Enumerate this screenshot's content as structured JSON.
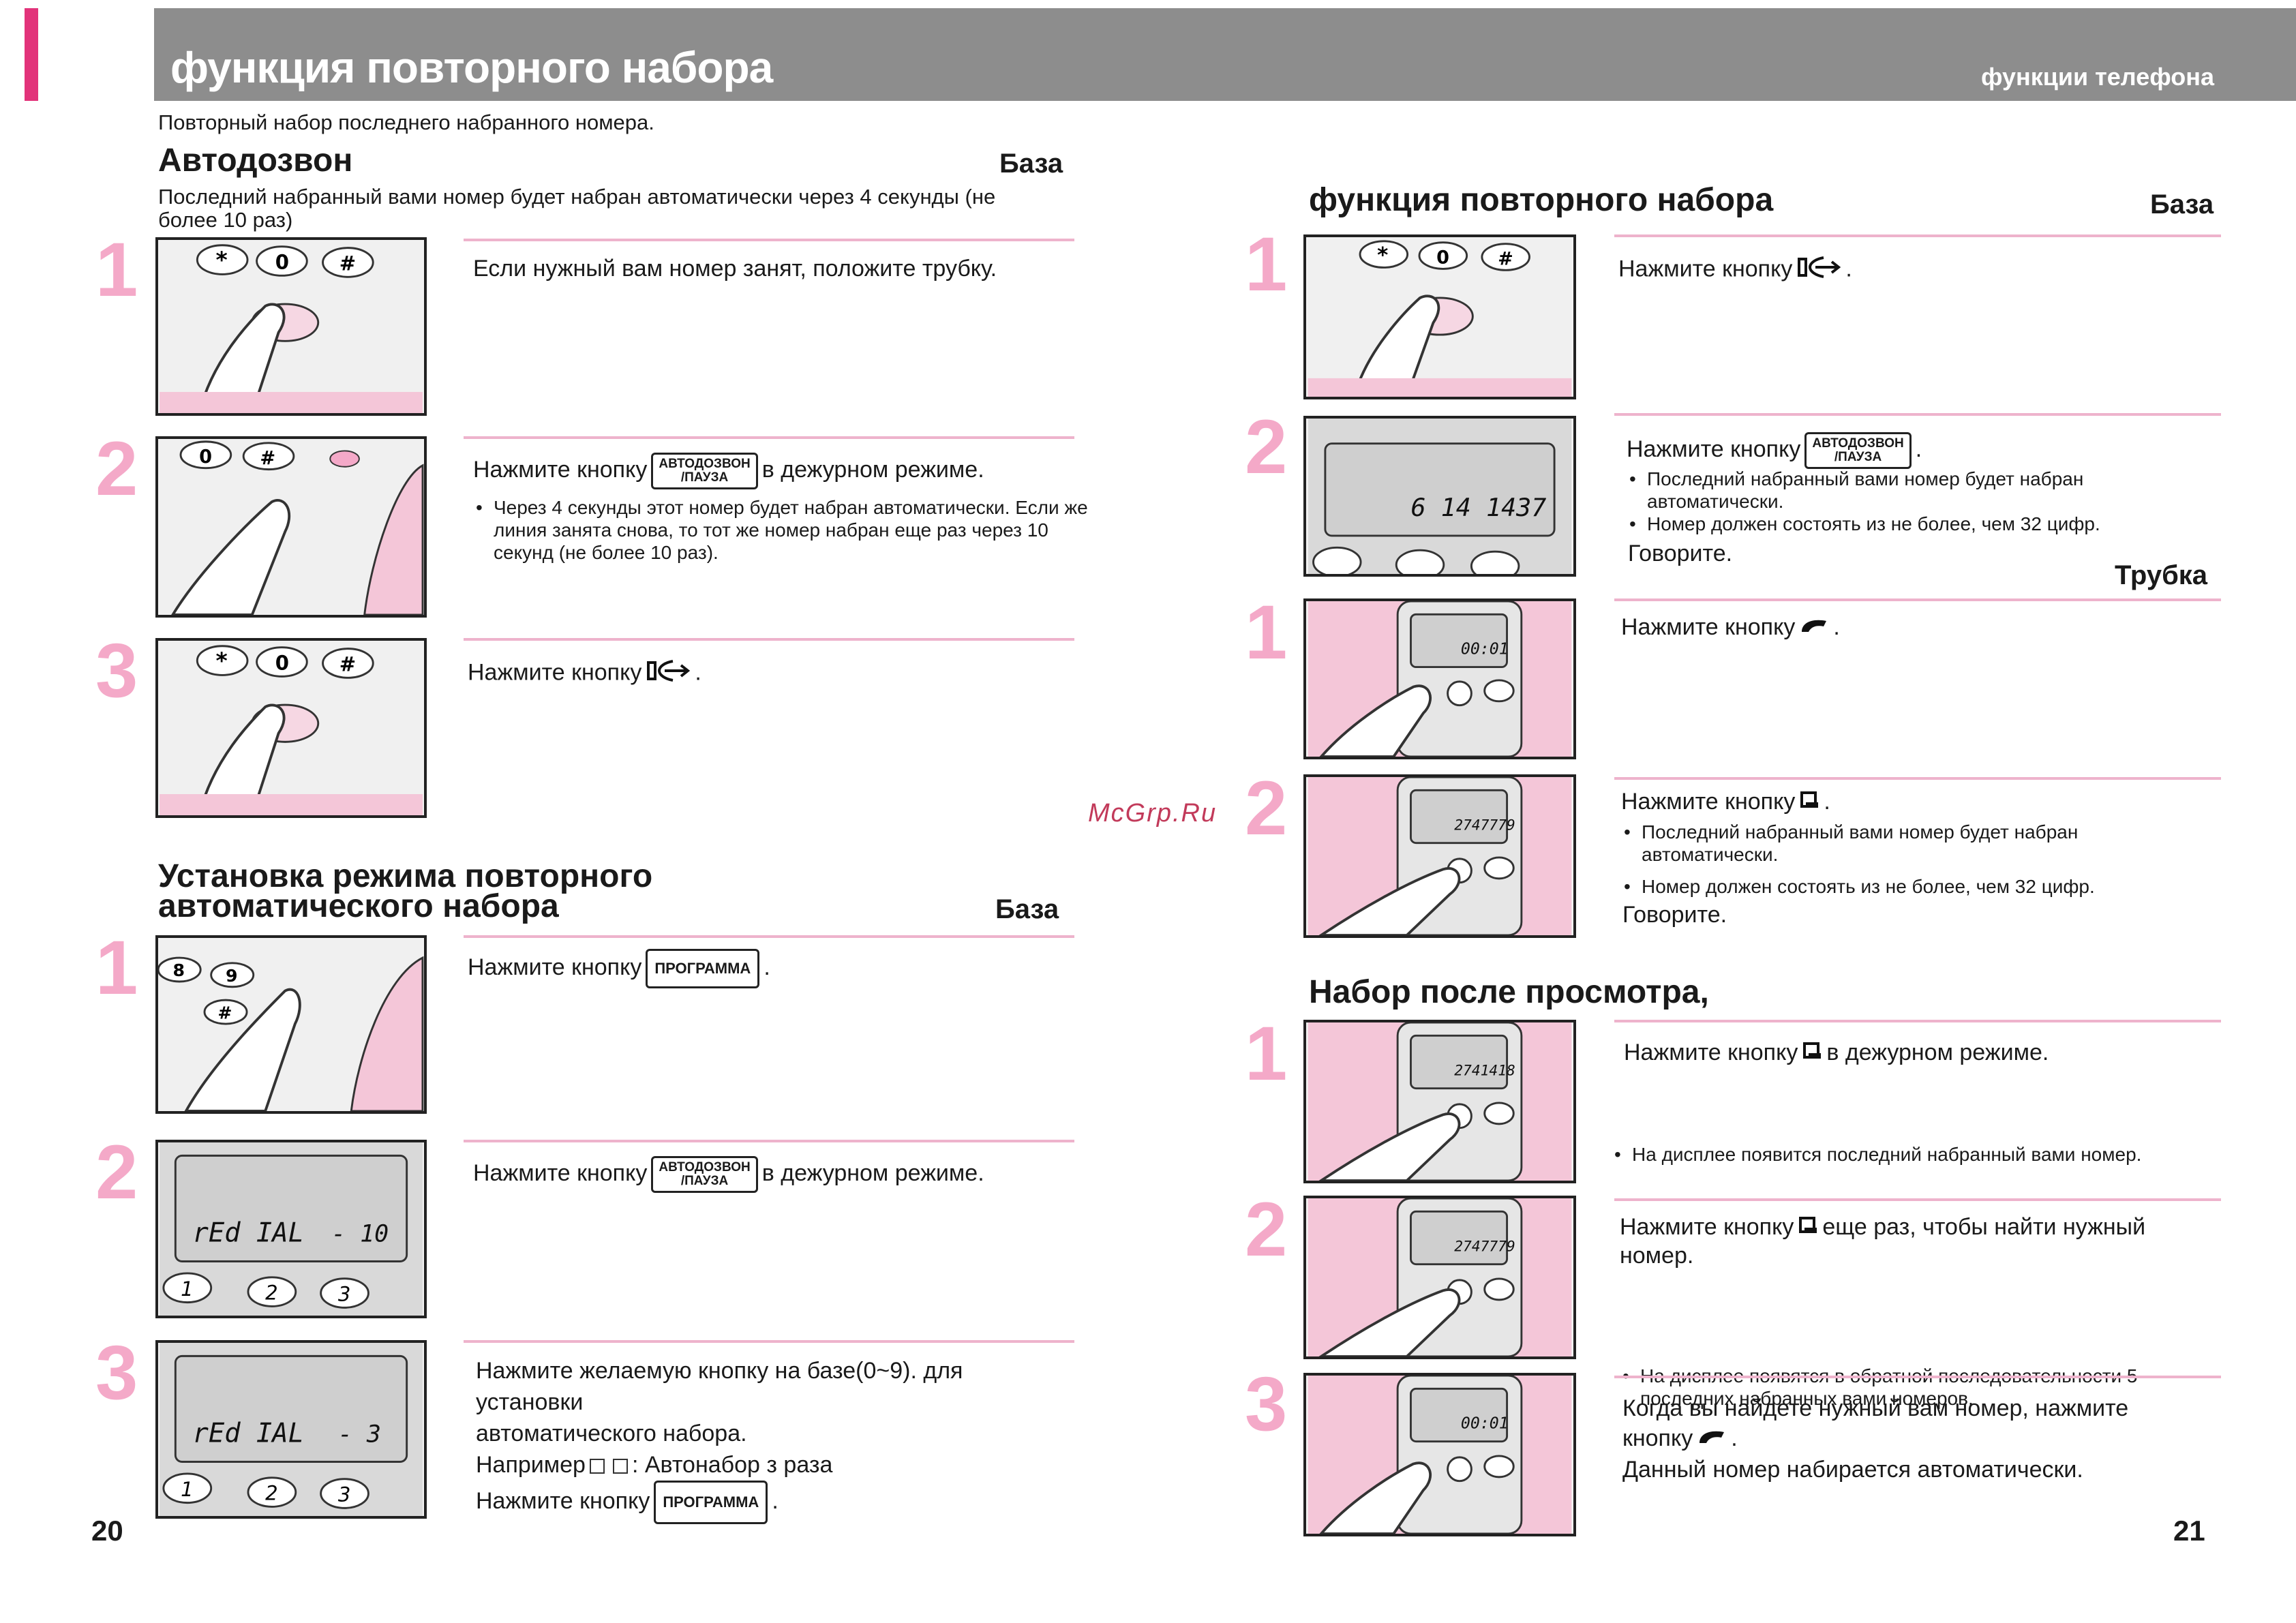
{
  "header": {
    "title": "функция повторного набора",
    "subtitle": "функции телефона"
  },
  "intro": "Повторный набор последнего набранного номера.",
  "left": {
    "auto": {
      "title": "Автодозвон",
      "tag": "База",
      "note": "Последний набранный вами номер будет набран автоматически через 4 секунды (не более 10 раз)",
      "steps": [
        {
          "num": "1",
          "text": "Если нужный вам номер занят, положите трубку."
        },
        {
          "num": "2",
          "pre": "Нажмите кнопку",
          "btn1": "АВТОДОЗВОН",
          "btn2": "/ПАУЗА",
          "post": "в дежурном режиме.",
          "bullet": "Через 4 секунды этот номер будет набран автоматически. Если же линия занята снова, то тот же номер набран еще раз через 10 секунд (не более 10 раз)."
        },
        {
          "num": "3",
          "pre": "Нажмите кнопку",
          "post": "."
        }
      ]
    },
    "setup": {
      "title1": "Установка режима повторного",
      "title2": "автоматического набора",
      "tag": "База",
      "steps": [
        {
          "num": "1",
          "pre": "Нажмите кнопку",
          "btn": "ПРОГРАММА",
          "post": "."
        },
        {
          "num": "2",
          "pre": "Нажмите кнопку",
          "btn1": "АВТОДОЗВОН",
          "btn2": "/ПАУЗА",
          "post": "в дежурном режиме."
        },
        {
          "num": "3",
          "line1": "Нажмите желаемую кнопку на базе(0~9). для установки",
          "line2": "автоматического набора.",
          "example_pre": "Например",
          "example_post": ": Автонабор з раза",
          "line4_pre": "Нажмите кнопку",
          "btn": "ПРОГРАММА",
          "line4_post": "."
        }
      ]
    },
    "page": "20"
  },
  "lcd": {
    "redial_a": "rEd IAL",
    "redial_a_val": "- 10",
    "redial_b": "rEd IAL",
    "redial_b_val": "- 3",
    "base_num": "6 14 1437",
    "h1": "00:01",
    "h2": "2747779",
    "h3": "2741418",
    "h4": "2747779",
    "h5": "00:01"
  },
  "watermark": "McGrp.Ru",
  "right": {
    "redial": {
      "title": "функция повторного набора",
      "tag": "База",
      "steps": [
        {
          "num": "1",
          "pre": "Нажмите кнопку",
          "post": "."
        },
        {
          "num": "2",
          "pre": "Нажмите кнопку",
          "btn1": "АВТОДОЗВОН",
          "btn2": "/ПАУЗА",
          "post": ".",
          "bullets": [
            "Последний набранный вами номер будет набран автоматически.",
            "Номер должен состоять из не более, чем 32 цифр."
          ],
          "speak": "Говорите."
        }
      ]
    },
    "handset": {
      "tag": "Трубка",
      "steps": [
        {
          "num": "1",
          "pre": "Нажмите кнопку",
          "post": "."
        },
        {
          "num": "2",
          "pre": "Нажмите кнопку",
          "post": ".",
          "bullets": [
            "Последний набранный вами номер будет набран автоматически.",
            "Номер должен состоять из не более, чем 32 цифр."
          ],
          "speak": "Говорите."
        }
      ]
    },
    "review": {
      "title": "Набор после просмотра,",
      "steps": [
        {
          "num": "1",
          "pre": "Нажмите кнопку",
          "post": "в дежурном режиме.",
          "bullet": "На дисплее появится последний набранный вами номер."
        },
        {
          "num": "2",
          "pre": "Нажмите кнопку",
          "post": "еще раз, чтобы найти нужный",
          "line2": "номер.",
          "bullet": "На дисплее появятся в обратной последовательности 5 последних набранных вами номеров."
        },
        {
          "num": "3",
          "line1": "Когда вы найдете нужный вам номер, нажмите",
          "pre": "кнопку",
          "post": ".",
          "line3": "Данный номер набирается автоматически."
        }
      ]
    },
    "page": "21"
  }
}
